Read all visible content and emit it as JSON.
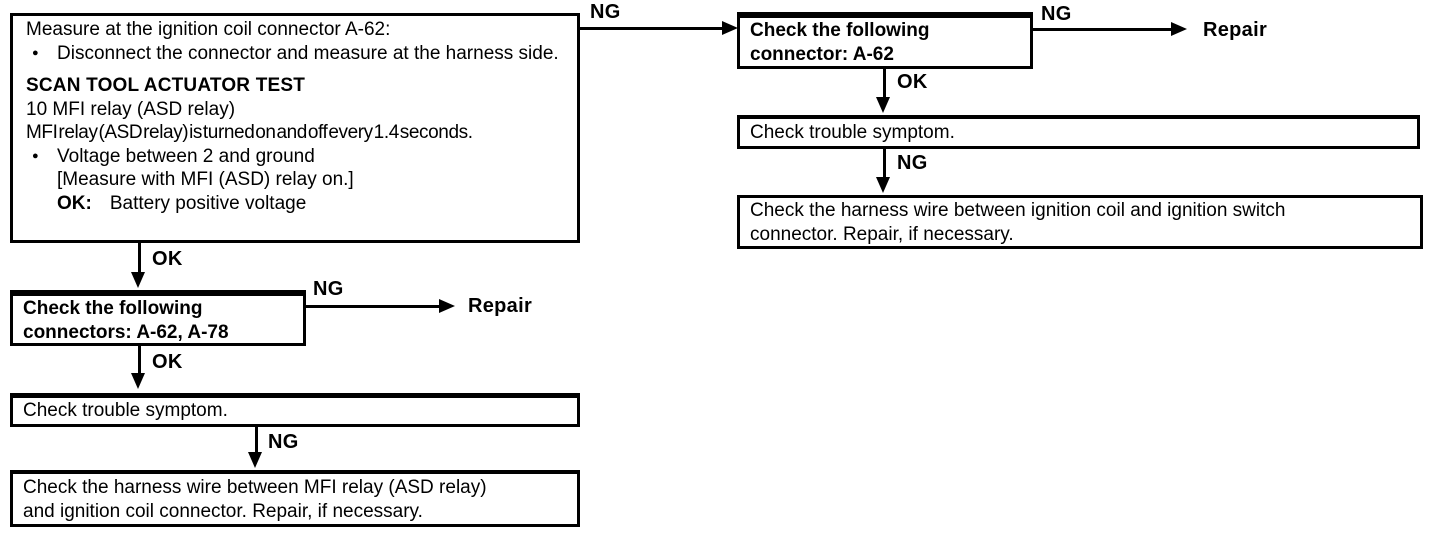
{
  "colors": {
    "ink": "#000000",
    "background": "#ffffff"
  },
  "glyphs": {
    "bullet": "●"
  },
  "labels": {
    "ng": "NG",
    "ok": "OK",
    "repair": "Repair"
  },
  "nodes": {
    "measure": {
      "title": "Measure at the ignition coil connector A-62:",
      "bullet1": "Disconnect the connector and measure at the harness side.",
      "heading": "SCAN TOOL ACTUATOR TEST",
      "line1": "10 MFI relay (ASD relay)",
      "line2": "MFI relay (ASD relay) is turned on and off every 1.4 seconds.",
      "bullet2": "Voltage between 2 and ground",
      "note": "[Measure with MFI (ASD) relay on.]",
      "ok_label": "OK:",
      "ok_value": "Battery positive voltage"
    },
    "connector_a62": {
      "line1": "Check the following",
      "line2": "connector: A-62"
    },
    "symptom_right": {
      "text": "Check trouble symptom."
    },
    "harness_right": {
      "lines": [
        "Check the harness wire between ignition coil and ignition switch",
        "connector. Repair, if necessary."
      ]
    },
    "connectors_a62_a78": {
      "line1": "Check the following",
      "line2": "connectors: A-62, A-78"
    },
    "symptom_left": {
      "text": "Check trouble symptom."
    },
    "harness_left": {
      "lines": [
        "Check the harness wire between MFI relay (ASD relay)",
        "and ignition coil connector. Repair, if necessary."
      ]
    }
  },
  "edges": [
    {
      "from": "measure",
      "to": "connector_a62",
      "label": "NG"
    },
    {
      "from": "connector_a62",
      "to": "repair",
      "label": "NG"
    },
    {
      "from": "connector_a62",
      "to": "symptom_right",
      "label": "OK"
    },
    {
      "from": "symptom_right",
      "to": "harness_right",
      "label": "NG"
    },
    {
      "from": "measure",
      "to": "connectors_a62_a78",
      "label": "OK"
    },
    {
      "from": "connectors_a62_a78",
      "to": "repair",
      "label": "NG"
    },
    {
      "from": "connectors_a62_a78",
      "to": "symptom_left",
      "label": "OK"
    },
    {
      "from": "symptom_left",
      "to": "harness_left",
      "label": "NG"
    }
  ]
}
